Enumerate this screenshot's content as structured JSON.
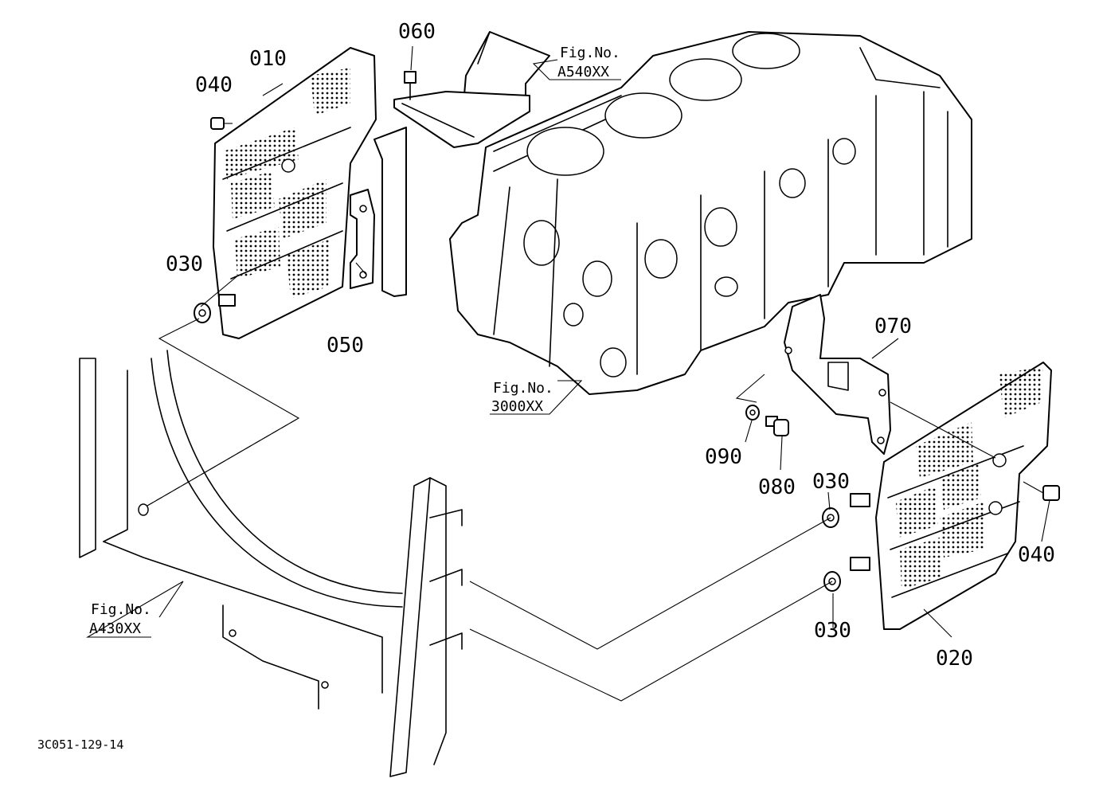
{
  "diagram": {
    "part_labels": {
      "p010": "010",
      "p020": "020",
      "p030a": "030",
      "p030b": "030",
      "p030c": "030",
      "p040a": "040",
      "p040b": "040",
      "p050": "050",
      "p060": "060",
      "p070": "070",
      "p080": "080",
      "p090": "090"
    },
    "figure_refs": {
      "a540": {
        "label": "Fig.No.",
        "number": "A540XX"
      },
      "f3000": {
        "label": "Fig.No.",
        "number": "3000XX"
      },
      "a430": {
        "label": "Fig.No.",
        "number": "A430XX"
      }
    },
    "drawing_code": "3C051-129-14"
  }
}
